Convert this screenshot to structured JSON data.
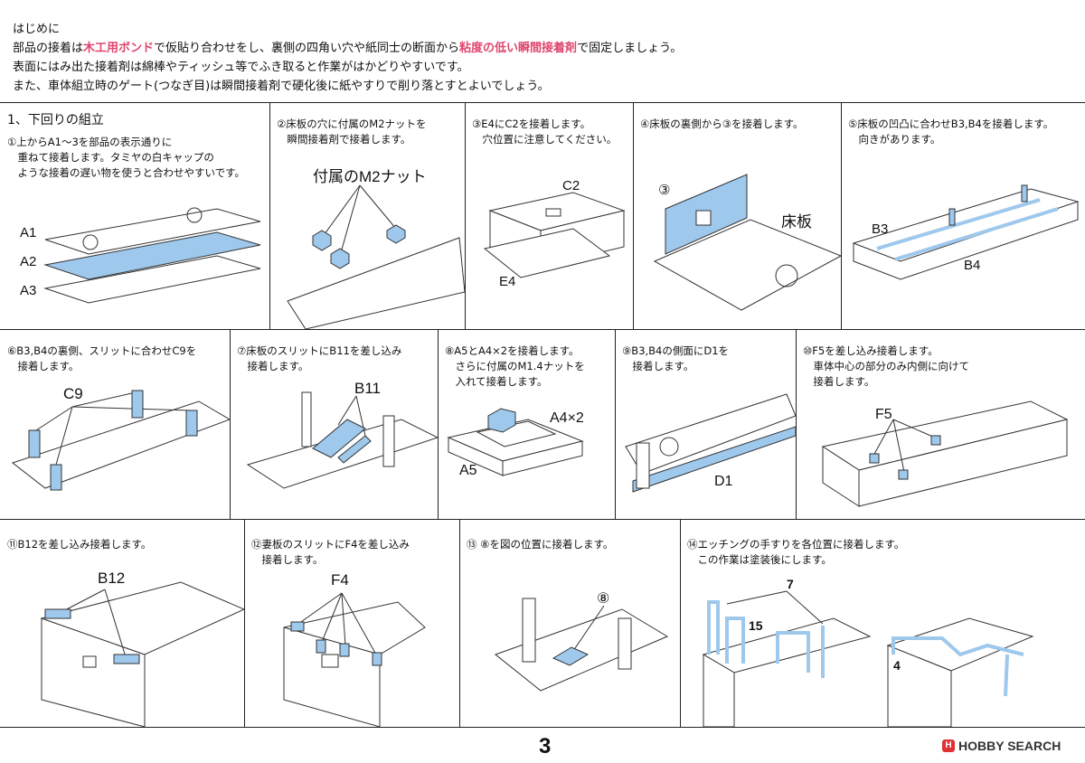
{
  "intro": {
    "heading": "はじめに",
    "line1_a": "部品の接着は",
    "line1_hl1": "木工用ボンド",
    "line1_b": "で仮貼り合わせをし、裏側の四角い穴や紙同士の断面から",
    "line1_hl2": "粘度の低い瞬間接着剤",
    "line1_c": "で固定しましょう。",
    "line2": "表面にはみ出た接着剤は綿棒やティッシュ等でふき取ると作業がはかどりやすいです。",
    "line3": "また、車体組立時のゲート(つなぎ目)は瞬間接着剤で硬化後に紙やすりで削り落とすとよいでしょう。"
  },
  "colors": {
    "part_blue": "#9ec8ec",
    "line": "#333333",
    "highlight": "#e0456e"
  },
  "steps": [
    {
      "title": "1、下回りの組立",
      "text": "①上からA1～3を部品の表示通りに\n　重ねて接着します。タミヤの白キャップの\n　ような接着の遅い物を使うと合わせやすいです。",
      "labels": [
        "A1",
        "A2",
        "A3"
      ]
    },
    {
      "text": "②床板の穴に付属のM2ナットを\n　瞬間接着剤で接着します。",
      "labels": [
        "付属のM2ナット"
      ]
    },
    {
      "text": "③E4にC2を接着します。\n　穴位置に注意してください。",
      "labels": [
        "C2",
        "E4"
      ]
    },
    {
      "text": "④床板の裏側から③を接着します。",
      "labels": [
        "③",
        "床板"
      ]
    },
    {
      "text": "⑤床板の凹凸に合わせB3,B4を接着します。\n　向きがあります。",
      "labels": [
        "B3",
        "B4"
      ]
    },
    {
      "text": "⑥B3,B4の裏側、スリットに合わせC9を\n　接着します。",
      "labels": [
        "C9"
      ]
    },
    {
      "text": "⑦床板のスリットにB11を差し込み\n　接着します。",
      "labels": [
        "B11"
      ]
    },
    {
      "text": "⑧A5とA4×2を接着します。\n　さらに付属のM1.4ナットを\n　入れて接着します。",
      "labels": [
        "A4×2",
        "A5"
      ]
    },
    {
      "text": "⑨B3,B4の側面にD1を\n　接着します。",
      "labels": [
        "D1"
      ]
    },
    {
      "text": "⑩F5を差し込み接着します。\n　車体中心の部分のみ内側に向けて\n　接着します。",
      "labels": [
        "F5"
      ]
    },
    {
      "text": "⑪B12を差し込み接着します。",
      "labels": [
        "B12"
      ]
    },
    {
      "text": "⑫妻板のスリットにF4を差し込み\n　接着します。",
      "labels": [
        "F4"
      ]
    },
    {
      "text": "⑬ ⑧を図の位置に接着します。",
      "labels": [
        "⑧"
      ]
    },
    {
      "text": "⑭エッチングの手すりを各位置に接着します。\n　この作業は塗装後にします。",
      "labels": [
        "7",
        "15",
        "4"
      ]
    }
  ],
  "footer": {
    "page": "3",
    "logo_mark": "H",
    "logo": "HOBBY SEARCH"
  }
}
